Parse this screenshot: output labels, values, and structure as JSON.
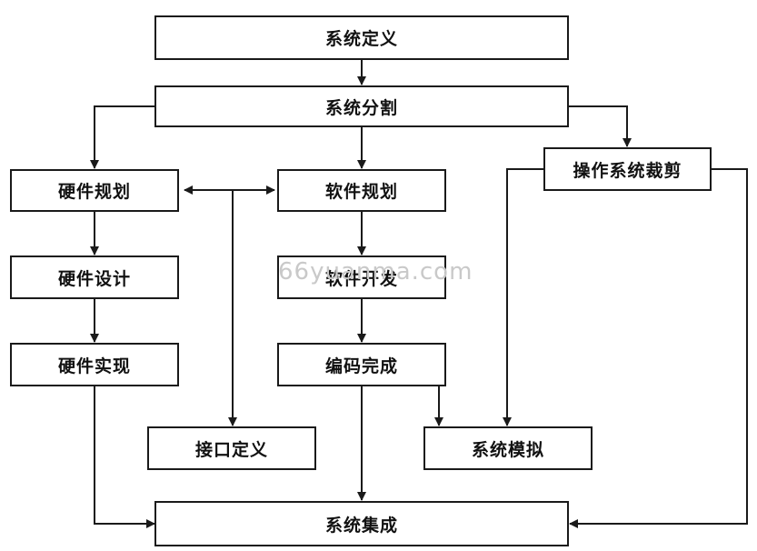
{
  "nodes": {
    "system_definition": "系统定义",
    "system_partition": "系统分割",
    "hardware_planning": "硬件规划",
    "software_planning": "软件规划",
    "os_tailoring": "操作系统裁剪",
    "hardware_design": "硬件设计",
    "software_development": "软件开发",
    "hardware_implementation": "硬件实现",
    "coding_complete": "编码完成",
    "interface_definition": "接口定义",
    "system_simulation": "系统模拟",
    "system_integration": "系统集成"
  },
  "watermark": "66yuanma.com",
  "colors": {
    "line": "#1a1a1a",
    "box_border": "#1a1a1a",
    "background": "#ffffff"
  }
}
